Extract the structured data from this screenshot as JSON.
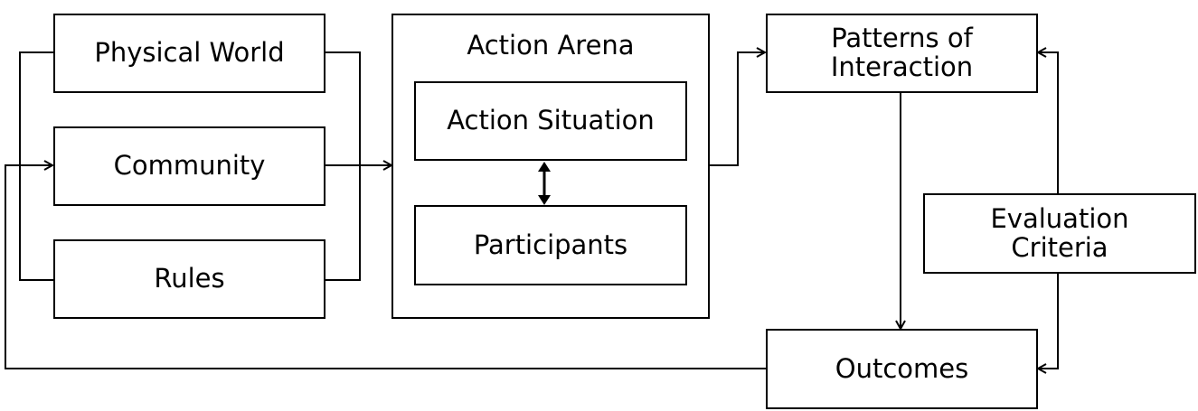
{
  "inputs": {
    "physical_world": "Physical World",
    "community": "Community",
    "rules": "Rules"
  },
  "action_arena": {
    "title": "Action Arena",
    "action_situation": "Action Situation",
    "participants": "Participants"
  },
  "patterns": "Patterns of\nInteraction",
  "evaluation": "Evaluation\nCriteria",
  "outcomes": "Outcomes",
  "colors": {
    "stroke": "#000000",
    "background": "#ffffff"
  }
}
